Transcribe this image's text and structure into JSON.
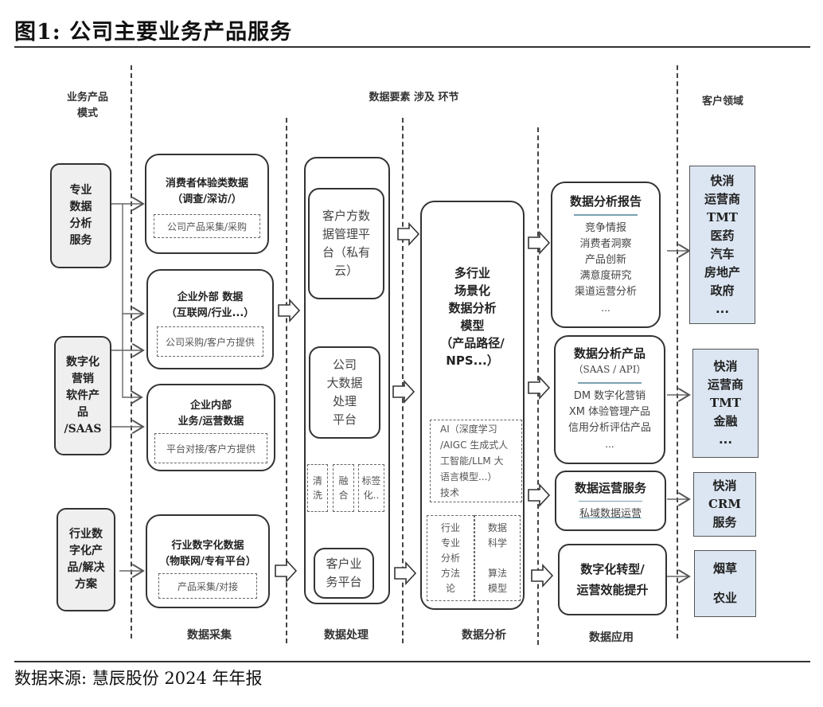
{
  "figure": {
    "title": "图1:  公司主要业务产品服务",
    "source": "数据来源:  慧辰股份 2024 年年报"
  },
  "headers": {
    "mode": [
      "业务产品",
      "模式"
    ],
    "elements": "数据要素 涉及 环节",
    "customer": "客户领域"
  },
  "stage_labels": {
    "collect": "数据采集",
    "process": "数据处理",
    "analyze": "数据分析",
    "apply": "数据应用"
  },
  "modes": [
    {
      "lines": [
        "专业",
        "数据",
        "分析",
        "服务"
      ]
    },
    {
      "lines": [
        "数字化",
        "营销",
        "软件产",
        "品",
        "/SAAS"
      ]
    },
    {
      "lines": [
        "行业数",
        "字化产",
        "品/解决",
        "方案"
      ]
    }
  ],
  "collect": [
    {
      "title": [
        "消费者体验类数据",
        "（调查/深访/）"
      ],
      "sub": "公司产品采集/采购"
    },
    {
      "title": [
        "企业外部 数据",
        "（互联网/行业...）"
      ],
      "sub": "公司采购/客户方提供"
    },
    {
      "title": [
        "企业内部",
        "业务/运营数据"
      ],
      "sub": "平台对接/客户方提供"
    },
    {
      "title": [
        "行业数字化数据",
        "（物联网/专有平台）"
      ],
      "sub": "产品采集/对接"
    }
  ],
  "process": {
    "platforms": [
      {
        "lines": [
          "客户方数",
          "据管理平",
          "台（私有",
          "云）"
        ]
      },
      {
        "lines": [
          "公司",
          "大数据",
          "处理",
          "平台"
        ]
      },
      {
        "lines": [
          "客户业",
          "务平台"
        ]
      }
    ],
    "steps": [
      {
        "lines": [
          "清",
          "洗"
        ]
      },
      {
        "lines": [
          "融",
          "合"
        ]
      },
      {
        "lines": [
          "标签",
          "化.."
        ]
      }
    ]
  },
  "analyze": {
    "model": [
      "多行业",
      "场景化",
      "数据分析",
      "模型",
      "（产品路径/",
      "NPS...）"
    ],
    "ai": [
      "AI（深度学习",
      "/AIGC 生成式人",
      "工智能/LLM 大",
      "语言模型...）",
      "技术"
    ],
    "method": [
      "行业",
      "专业",
      "分析",
      "方法",
      "论"
    ],
    "science": [
      "数据",
      "科学",
      "",
      "算法",
      "模型"
    ]
  },
  "apply": [
    {
      "title": "数据分析报告",
      "subtitle": "",
      "items": [
        "竞争情报",
        "消费者洞察",
        "产品创新",
        "满意度研究",
        "渠道运营分析",
        "..."
      ]
    },
    {
      "title": "数据分析产品",
      "subtitle": "（SAAS / API）",
      "items": [
        "DM 数字化营销",
        "XM 体验管理产品",
        "信用分析评估产品",
        "..."
      ]
    },
    {
      "title": "数据运营服务",
      "subtitle": "",
      "items": [
        "私域数据运营"
      ]
    },
    {
      "title": "数字化转型/",
      "subtitle": "运营效能提升",
      "items": []
    }
  ],
  "customers": [
    {
      "items": [
        "快消",
        "运营商",
        "TMT",
        "医药",
        "汽车",
        "房地产",
        "政府",
        "..."
      ]
    },
    {
      "items": [
        "快消",
        "运营商",
        "TMT",
        "金融",
        "..."
      ]
    },
    {
      "items": [
        "快消",
        "CRM",
        "服务"
      ]
    },
    {
      "items": [
        "烟草",
        "",
        "农业"
      ]
    }
  ]
}
